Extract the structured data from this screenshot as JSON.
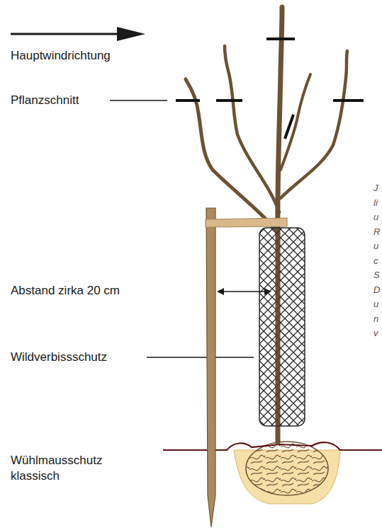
{
  "diagram": {
    "labels": [
      "Hauptwindrichtung",
      "Pflanzschnitt",
      "Abstand zirka 20 cm",
      "Wildverbissschutz",
      "Wühlmausschutz klassisch",
      "J li u R u c S D u n v"
    ]
  }
}
